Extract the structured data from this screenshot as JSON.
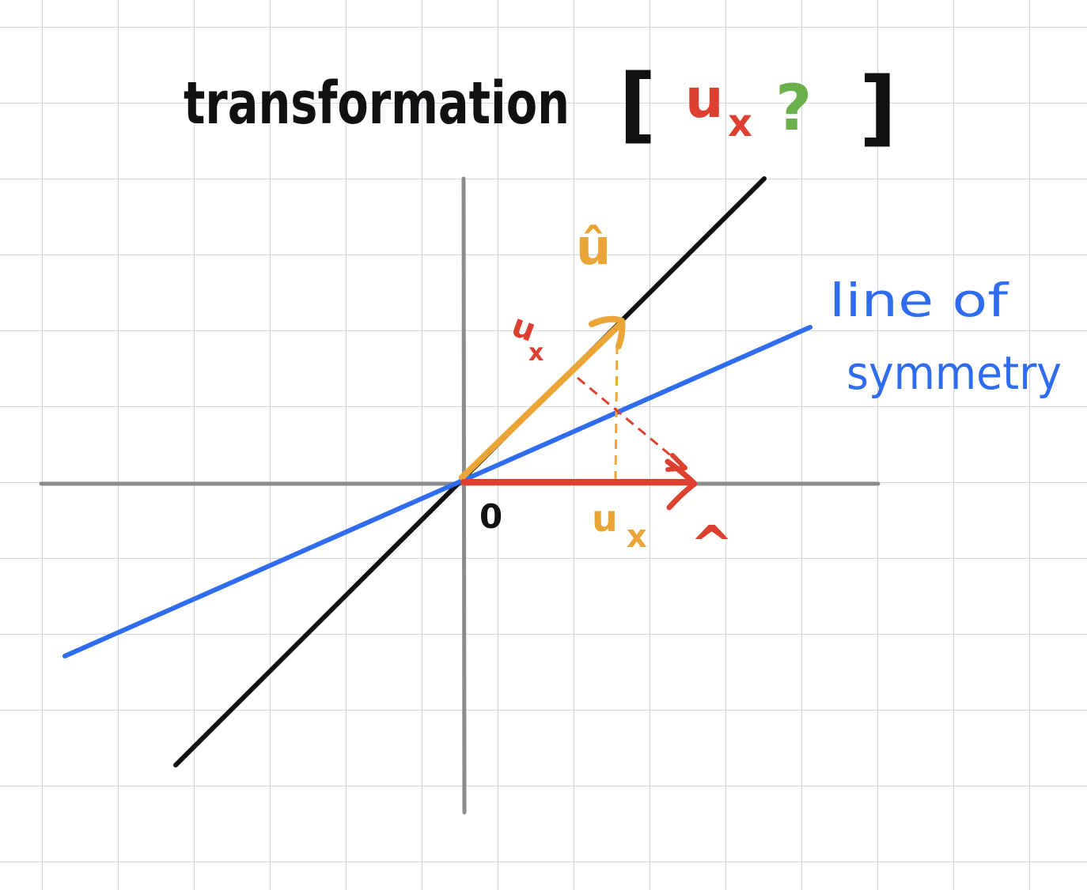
{
  "title": {
    "word": "transformation",
    "open_bracket": "[",
    "entry_1": "u",
    "entry_1_sub": "x",
    "entry_2": "?",
    "close_bracket": "]"
  },
  "labels": {
    "origin": "0",
    "u_hat": "û",
    "u_x_red": "u",
    "u_x_red_sub": "x",
    "u_x_orange": "u",
    "u_x_orange_sub": "x",
    "x_hat": "^",
    "line_of_symmetry_1": "line of",
    "line_of_symmetry_2": "symmetry"
  },
  "colors": {
    "grid": "#b7c3dc",
    "axis": "#8c8c8c",
    "black_line": "#111111",
    "symmetry_line": "#2f6cf0",
    "u_vector": "#eba436",
    "x_vector": "#dd4030",
    "question_mark": "#6ab04c"
  }
}
